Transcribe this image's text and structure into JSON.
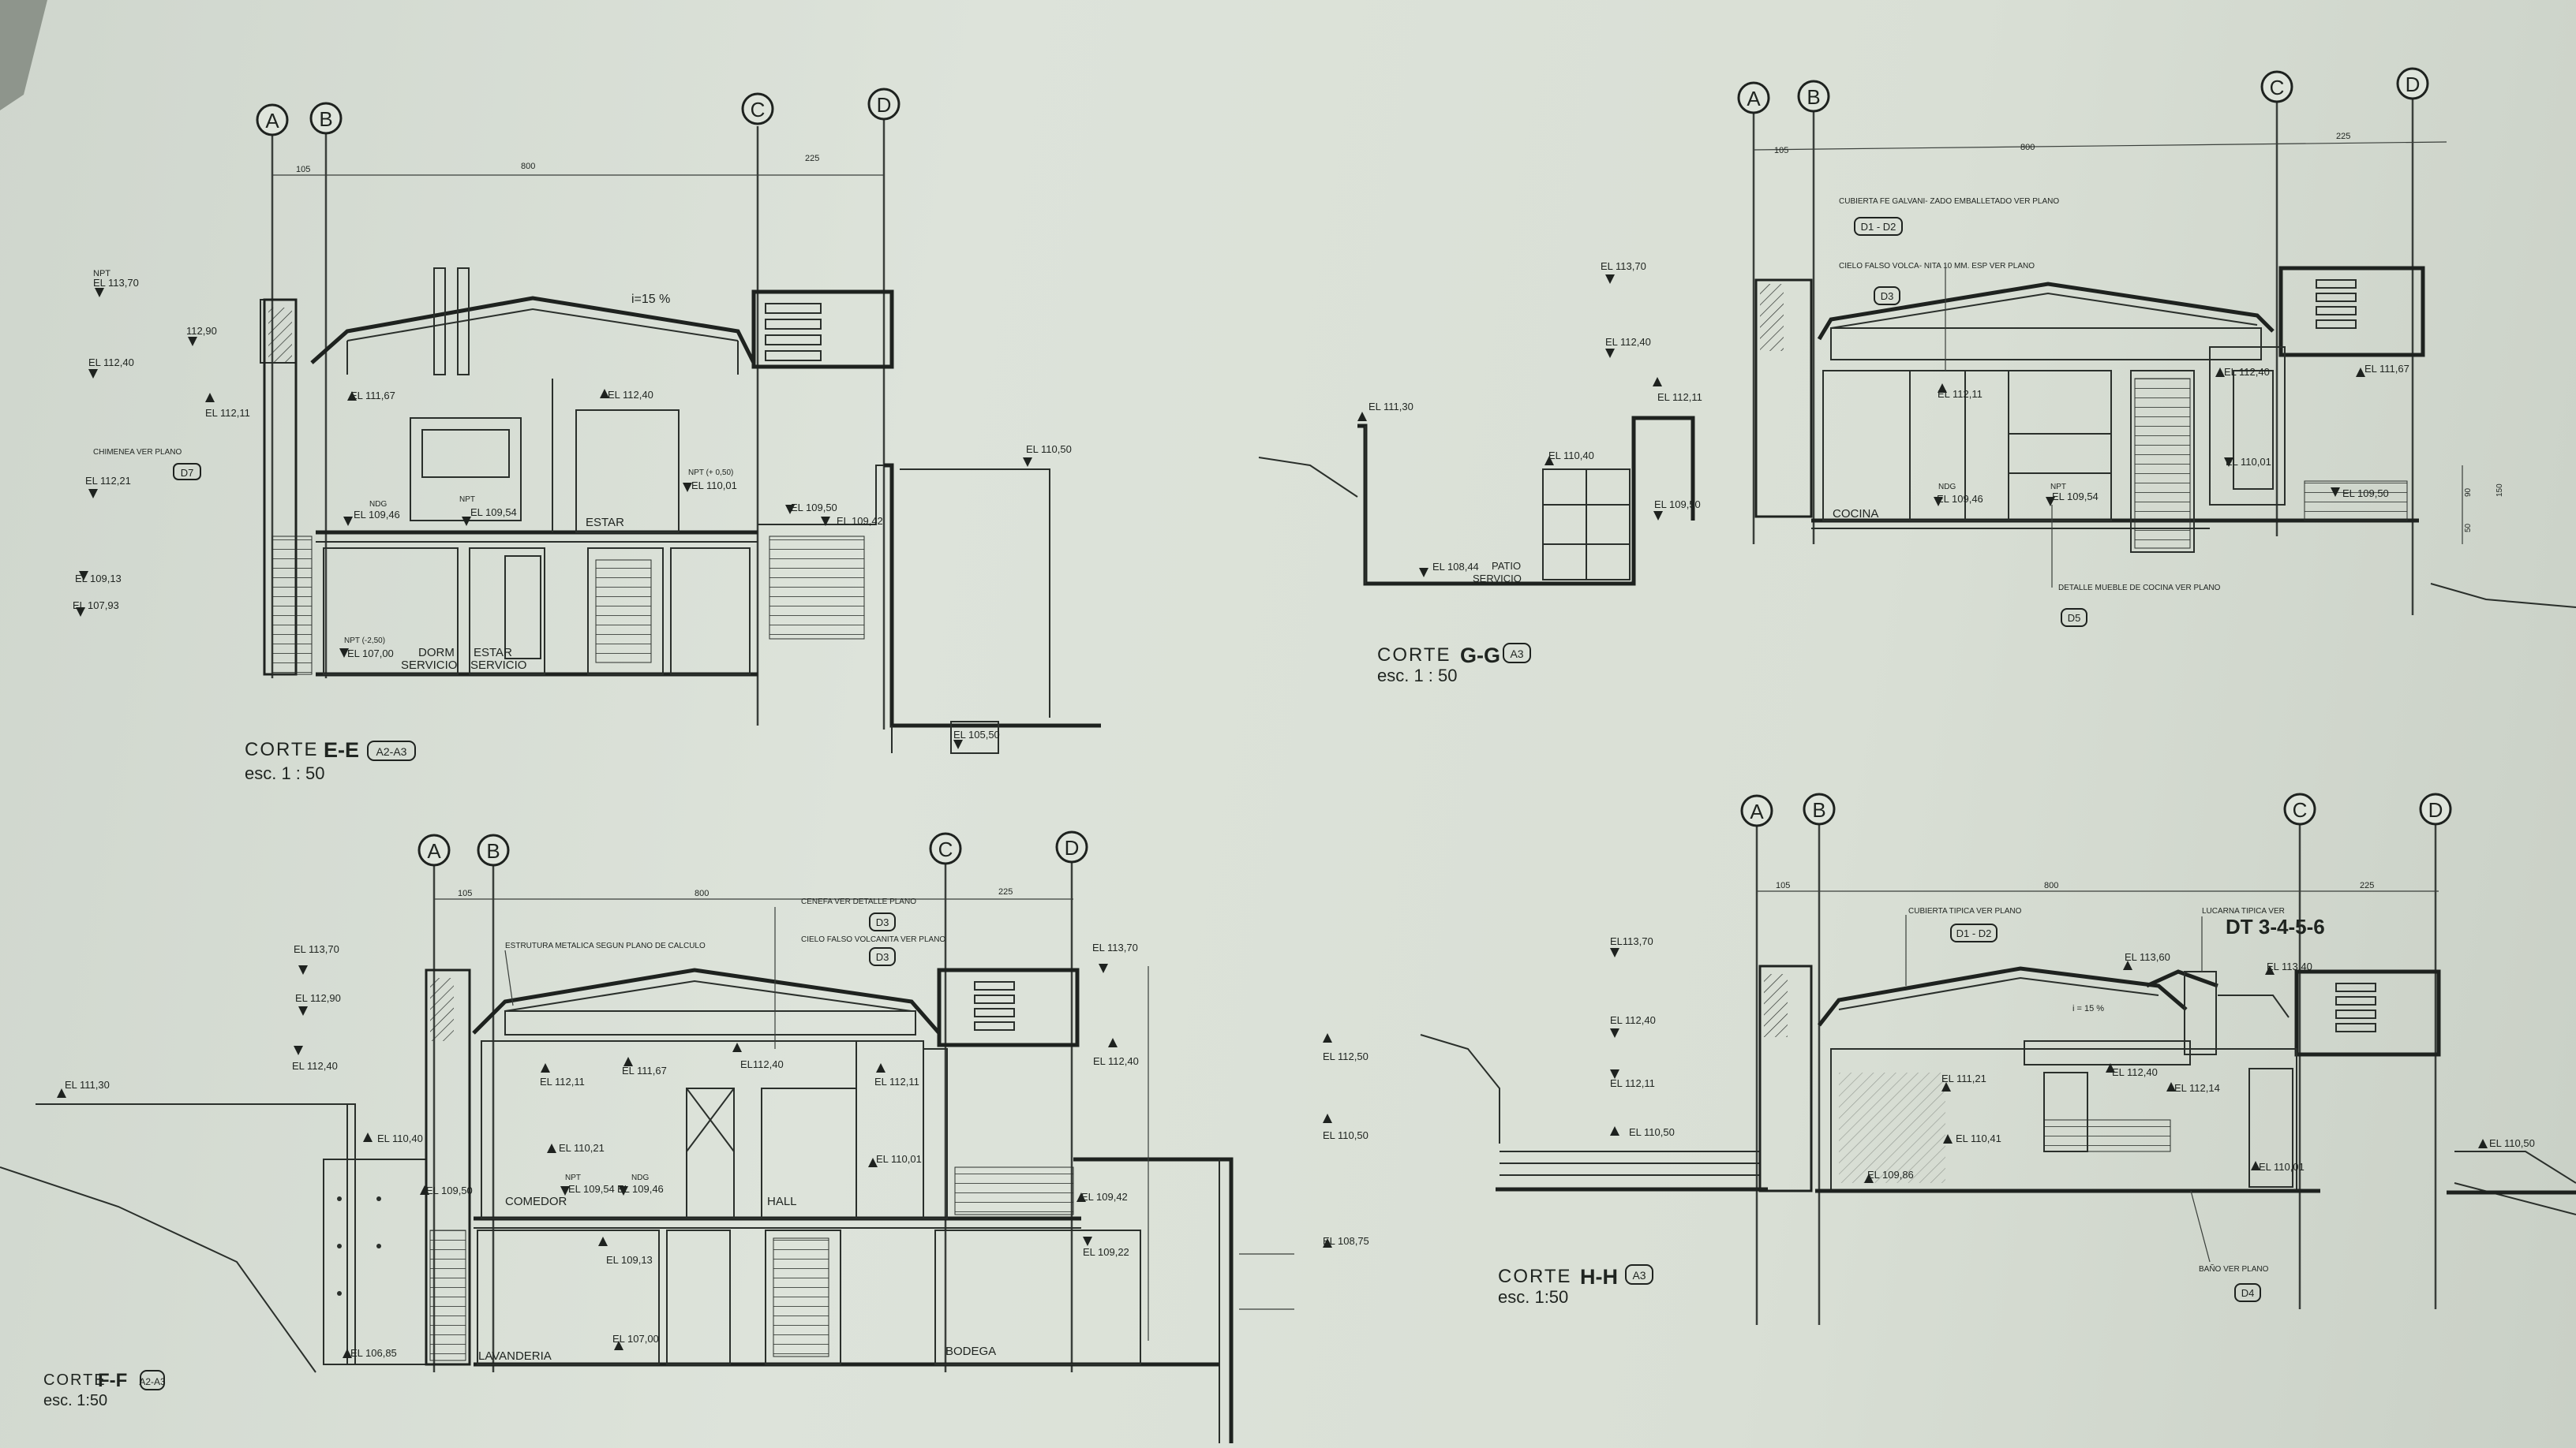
{
  "sections": {
    "ee": {
      "title_word": "CORTE",
      "title_code": "E-E",
      "ref": "A2-A3",
      "scale": "esc.   1 : 50",
      "grid": [
        "A",
        "B",
        "C",
        "D"
      ],
      "dims": [
        "105",
        "800",
        "225"
      ],
      "slope": "i=15 %",
      "labels": {
        "npt_top": "NPT",
        "el_11370": "EL 113,70",
        "el_11290": "112,90",
        "el_11240": "EL 112,40",
        "el_11211": "EL 112,11",
        "el_11167": "EL 111,67",
        "el_11240b": "EL 112,40",
        "chim": "CHIMENEA VER PLANO",
        "chim_ref": "D7",
        "el_11221": "EL 112,21",
        "ndg": "NDG",
        "el_10946": "EL 109,46",
        "npt_mid": "NPT",
        "el_10954": "EL 109,54",
        "estar": "ESTAR",
        "npt_110": "NPT (+ 0,50)",
        "el_11001": "EL 110,01",
        "el_10950": "EL 109,50",
        "el_10942": "EL 109,42",
        "el_11050": "EL 110,50",
        "el_10913": "EL 109,13",
        "el_10793": "EL 107,93",
        "npt_low": "NPT (-2,50)",
        "el_10700": "EL 107,00",
        "dorm": "DORM",
        "servicio": "SERVICIO",
        "estar2": "ESTAR",
        "servicio2": "SERVICIO",
        "el_10550": "EL 105,50"
      }
    },
    "gg": {
      "title_word": "CORTE",
      "title_code": "G-G",
      "ref": "A3",
      "scale": "esc.  1 : 50",
      "grid": [
        "A",
        "B",
        "C",
        "D"
      ],
      "dims": [
        "105",
        "800",
        "225"
      ],
      "labels": {
        "cubierta": "CUBIERTA FE GALVANI- ZADO EMBALLETADO VER PLANO",
        "cub_ref": "D1 - D2",
        "cielo": "CIELO FALSO VOLCA- NITA 10 MM. ESP VER PLANO",
        "cielo_ref": "D3",
        "el_11370": "EL 113,70",
        "el_11240": "EL 112,40",
        "el_11211": "EL 112,11",
        "el_11130": "EL 111,30",
        "el_11211b": "EL 112,11",
        "el_11240b": "EL 112,40",
        "el_11167": "EL 111,67",
        "el_11040": "EL 110,40",
        "el_10950": "EL 109,50",
        "ndg": "NDG",
        "el_10946": "EL 109,46",
        "npt": "NPT",
        "el_10954": "EL 109,54",
        "cocina": "COCINA",
        "el_11001": "EL 110,01",
        "el_10950b": "EL 109,50",
        "el_10844": "EL 108,44",
        "patio": "PATIO",
        "servicio": "SERVICIO",
        "detalle": "DETALLE MUEBLE DE COCINA VER PLANO",
        "det_ref": "D5",
        "d90": "90",
        "d150": "150",
        "d50": "50"
      }
    },
    "ff": {
      "title_word": "CORTE",
      "title_code": "F-F",
      "ref": "A2-A3",
      "scale": "esc. 1:50",
      "grid": [
        "A",
        "B",
        "C",
        "D"
      ],
      "dims": [
        "105",
        "800",
        "225"
      ],
      "labels": {
        "cenefa": "CENEFA VER DETALLE PLANO",
        "cenefa_ref": "D3",
        "cielo": "CIELO FALSO VOLCANITA VER PLANO",
        "cielo_ref": "D3",
        "estr": "ESTRUTURA METALICA SEGUN PLANO DE CALCULO",
        "el_11370": "EL 113,70",
        "el_11290": "EL 112,90",
        "el_11240": "EL 112,40",
        "el_11130": "EL 111,30",
        "el_11040": "EL 110,40",
        "el_11211": "EL 112,11",
        "el_11167": "EL 111,67",
        "el_11240b": "EL112,40",
        "el_11211b": "EL 112,11",
        "el_11370b": "EL 113,70",
        "el_11240c": "EL 112,40",
        "el_11250": "EL 112,50",
        "el_11021": "EL 110,21",
        "el_11001": "EL 110,01",
        "el_11050": "EL 110,50",
        "el_10950": "EL 109,50",
        "npt": "NPT",
        "el_10954": "EL 109,54",
        "ndg": "NDG",
        "el_10946": "EL 109,46",
        "comedor": "COMEDOR",
        "hall": "HALL",
        "el_10942": "EL 109,42",
        "el_10922": "EL 109,22",
        "el_10875": "EL 108,75",
        "el_10913": "EL 109,13",
        "el_10700": "EL 107,00",
        "el_10685": "EL 106,85",
        "lavanderia": "LAVANDERIA",
        "bodega": "BODEGA"
      }
    },
    "hh": {
      "title_word": "CORTE",
      "title_code": "H-H",
      "ref": "A3",
      "scale": "esc.  1:50",
      "grid": [
        "A",
        "B",
        "C",
        "D"
      ],
      "dims": [
        "105",
        "800",
        "225"
      ],
      "labels": {
        "cubierta": "CUBIERTA TIPICA VER PLANO",
        "cub_ref": "D1 - D2",
        "lucarna": "LUCARNA TIPICA VER",
        "dt": "DT  3-4-5-6",
        "el_11370": "EL113,70",
        "el_11240": "EL 112,40",
        "el_11211": "EL 112,11",
        "el_11050": "EL 110,50",
        "el_11360": "EL 113,60",
        "el_11340": "EL 113,40",
        "el_11121": "EL 111,21",
        "el_11240b": "EL 112,40",
        "el_11214": "EL 112,14",
        "el_11041": "EL 110,41",
        "el_10986": "EL 109,86",
        "el_11001": "EL 110,01",
        "el_11050b": "EL 110,50",
        "bano": "BAÑO VER PLANO",
        "bano_ref": "D4",
        "pend": "i = 15 %"
      }
    }
  }
}
